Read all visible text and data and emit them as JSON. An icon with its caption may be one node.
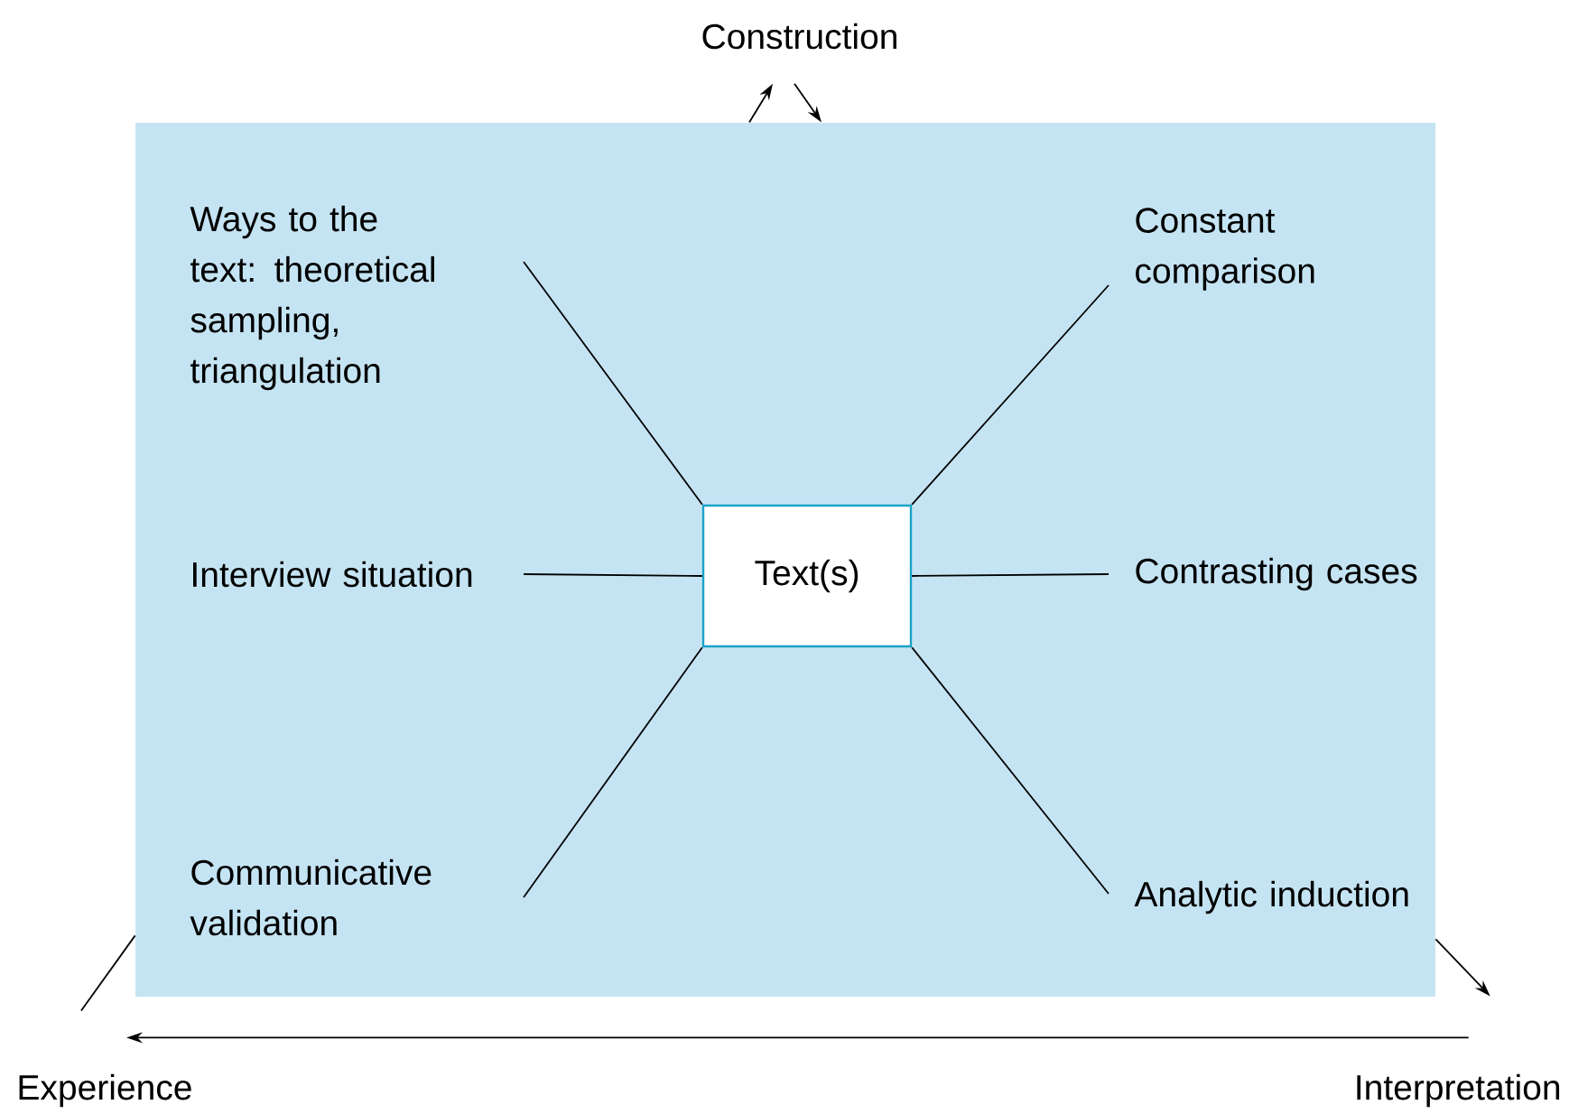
{
  "diagram": {
    "nodes": [
      {
        "text": [],
        "shape": "box"
      },
      {
        "text": [
          "Text(s)"
        ],
        "in": 0
      },
      {
        "text": [
          "Ways to the text: theoretical sampling, triangulation"
        ],
        "in": 0
      },
      {
        "text": [
          "Constant comparison"
        ],
        "in": 0
      },
      {
        "text": [
          "Interview situation"
        ],
        "in": 0
      },
      {
        "text": [
          "Contrasting cases"
        ],
        "in": 0
      },
      {
        "text": [
          "Communicative validation"
        ],
        "in": 0
      },
      {
        "text": [
          "Analytic induction"
        ],
        "in": 0
      },
      {
        "text": [
          "Construction"
        ]
      },
      {
        "text": [
          "Experience"
        ]
      },
      {
        "text": [
          "Interpretation"
        ]
      }
    ],
    "edges": [
      {
        "from": 1,
        "to": 2,
        "arrow": "none"
      },
      {
        "from": 1,
        "to": 3,
        "arrow": "none"
      },
      {
        "from": 1,
        "to": 4,
        "arrow": "none"
      },
      {
        "from": 1,
        "to": 5,
        "arrow": "none"
      },
      {
        "from": 1,
        "to": 6,
        "arrow": "none"
      },
      {
        "from": 1,
        "to": 7,
        "arrow": "none"
      },
      {
        "from": 0,
        "to": 8,
        "arrow": "to"
      },
      {
        "from": 8,
        "to": 0,
        "arrow": "to"
      },
      {
        "from": 9,
        "to": 0,
        "arrow": "none"
      },
      {
        "from": 0,
        "to": 10,
        "arrow": "to"
      },
      {
        "from": 10,
        "to": 9,
        "arrow": "to"
      }
    ]
  }
}
